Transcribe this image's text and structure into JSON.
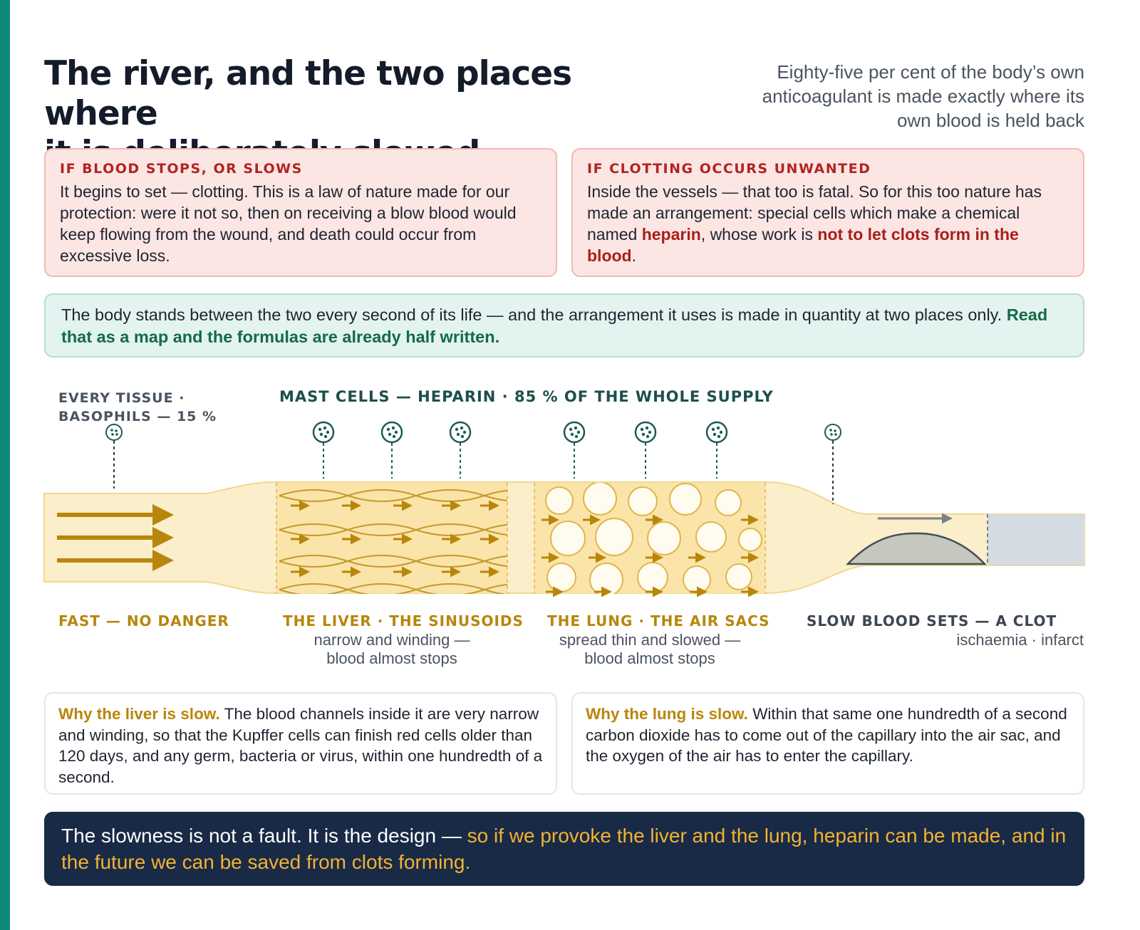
{
  "header": {
    "title_line1": "The river, and the two places where",
    "title_line2": "it is deliberately slowed",
    "subtitle_line1": "Eighty-five per cent of the body’s own",
    "subtitle_line2": "anticoagulant is made exactly where its",
    "subtitle_line3": "own blood is held back"
  },
  "card_left": {
    "heading": "IF BLOOD STOPS, OR SLOWS",
    "text": "It begins to set — clotting. This is a law of nature made for our protection: were it not so, then on receiving a blow blood would keep flowing from the wound, and death could occur from excessive loss."
  },
  "card_right": {
    "heading": "IF CLOTTING OCCURS UNWANTED",
    "text_a": "Inside the vessels — that too is fatal. So for this too nature has made an arrangement: special cells which make a chemical named ",
    "heparin": "heparin",
    "text_b": ", whose work is ",
    "emphasis": "not to let clots form in the blood",
    "text_c": "."
  },
  "banner": {
    "text": "The body stands between the two every second of its life — and the arrangement it uses is made in quantity at two places only. ",
    "emphasis": "Read that as a map and the formulas are already half written."
  },
  "diagram": {
    "label_tissue_line1": "EVERY TISSUE ·",
    "label_tissue_line2": "BASOPHILS — 15 %",
    "label_mast": "MAST CELLS — HEPARIN · 85 % OF THE WHOLE SUPPLY",
    "label_fast": "FAST — NO DANGER",
    "label_liver": "THE LIVER · THE SINUSOIDS",
    "liver_sub_line1": "narrow and winding —",
    "liver_sub_line2": "blood almost stops",
    "label_lung": "THE LUNG · THE AIR SACS",
    "lung_sub_line1": "spread thin and slowed —",
    "lung_sub_line2": "blood almost stops",
    "label_clot": "SLOW BLOOD SETS — A CLOT",
    "clot_sub": "ischaemia · infarct",
    "colors": {
      "vessel": "#fbeecb",
      "vessel_outline": "#f1d88e",
      "chamber": "#fbe4a9",
      "arrow": "#b8860b",
      "cell": "#1d5c55",
      "clot": "#c4c8bf",
      "blocked": "#d5dce1"
    }
  },
  "card_liver": {
    "heading": "Why the liver is slow.",
    "text": " The blood channels inside it are very narrow and winding, so that the Kupffer cells can finish red cells older than 120 days, and any germ, bacteria or virus, within one hundredth of a second."
  },
  "card_lung": {
    "heading": "Why the lung is slow.",
    "text": " Within that same one hundredth of a second carbon dioxide has to come out of the capillary into the air sac, and the oxygen of the air has to enter the capillary."
  },
  "footer": {
    "text": "The slowness is not a fault. It is the design — ",
    "emphasis": "so if we provoke the liver and the lung, heparin can be made, and in the future we can be saved from clots forming."
  }
}
